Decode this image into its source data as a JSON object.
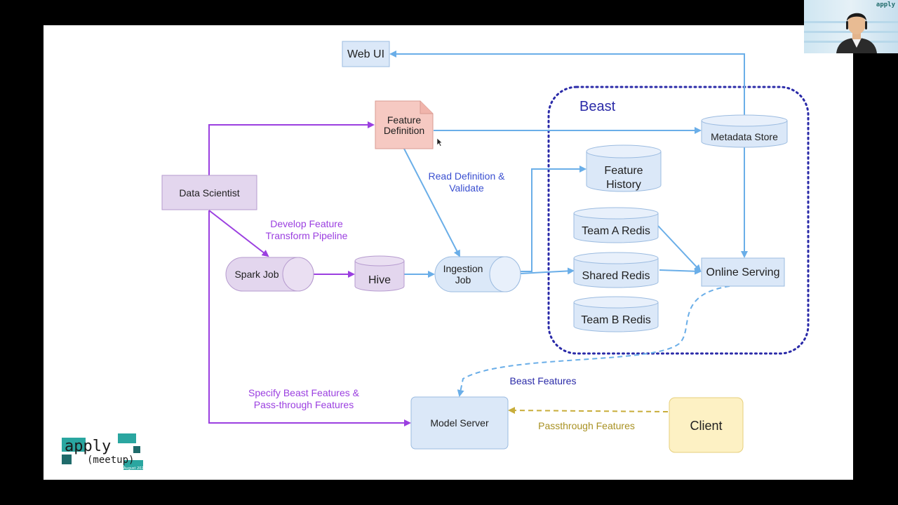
{
  "nodes": {
    "web_ui": "Web UI",
    "feature_definition": [
      "Feature",
      "Definition"
    ],
    "metadata_store": "Metadata Store",
    "beast": "Beast",
    "data_scientist": "Data Scientist",
    "feature_history": [
      "Feature",
      "History"
    ],
    "team_a_redis": "Team A Redis",
    "shared_redis": "Shared Redis",
    "team_b_redis": "Team B Redis",
    "online_serving": "Online Serving",
    "spark_job": "Spark Job",
    "hive": "Hive",
    "ingestion_job": [
      "Ingestion",
      "Job"
    ],
    "model_server": "Model Server",
    "client": "Client"
  },
  "edges": {
    "read_definition": [
      "Read Definition &",
      "Validate"
    ],
    "develop_feature": [
      "Develop Feature",
      "Transform Pipeline"
    ],
    "beast_features": "Beast Features",
    "specify_features": [
      "Specify Beast Features &",
      "Pass-through Features"
    ],
    "passthrough_features": "Passthrough Features"
  },
  "logo": {
    "line1": "apply",
    "line2": "(meetup)",
    "line3": "August 2021"
  },
  "webcam": {
    "badge": "apply"
  },
  "colors": {
    "blue_arrow": "#6aaee8",
    "purple_arrow": "#9b3fe0",
    "yellow_arrow": "#c8ad3a",
    "beast_border": "#2a2aa8",
    "blue_box": "#dbe8f8",
    "purple_box": "#e3d6ee",
    "pink_box": "#f6c9c2",
    "yellow_box": "#fdf1c4"
  }
}
